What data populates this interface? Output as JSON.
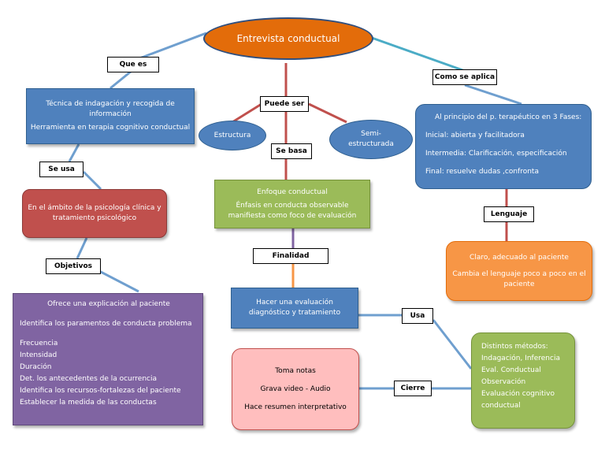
{
  "title": "Entrevista conductual",
  "labels": {
    "que_es": "Que es",
    "como_se_aplica": "Como se aplica",
    "puede_ser": "Puede ser",
    "se_basa": "Se basa",
    "se_usa": "Se usa",
    "objetivos": "Objetivos",
    "finalidad": "Finalidad",
    "lenguaje": "Lenguaje",
    "usa": "Usa",
    "cierre": "Cierre"
  },
  "tecnica": {
    "line1": "Técnica de indagación y recogida de",
    "line2": "información",
    "line3": "Herramienta en terapia cognitivo conductual"
  },
  "estructura": "Estructura",
  "semi": {
    "line1": "Semi-",
    "line2": "estructurada"
  },
  "enfoque": {
    "title": "Enfoque conductual",
    "line1": "Énfasis en conducta observable",
    "line2": "manifiesta como foco de evaluación"
  },
  "ambito": {
    "line1": "En el ámbito de la psicología clínica y",
    "line2": "tratamiento psicológico"
  },
  "fases": {
    "title": "Al principio del p. terapéutico en 3 Fases:",
    "inicial": "Inicial: abierta y facilitadora",
    "intermedia": "Intermedia: Clarificación, especificación",
    "final": "Final: resuelve dudas ,confronta"
  },
  "lenguaje_box": {
    "line1": "Claro, adecuado al paciente",
    "line2": "Cambia el lenguaje poco a poco en el",
    "line3": "paciente"
  },
  "objetivos_box": {
    "title": "Ofrece una explicación al paciente",
    "items": [
      "Identifica los paramentos de conducta problema",
      "Frecuencia",
      "Intensidad",
      "Duración",
      "Det. los antecedentes de la ocurrencia",
      "Identifica los recursos-fortalezas del paciente",
      "Establecer la medida de las conductas"
    ]
  },
  "hacer": {
    "line1": "Hacer una evaluación",
    "line2": "diagnóstico y tratamiento"
  },
  "metodos": {
    "items": [
      "Distintos métodos:",
      "Indagación, Inferencia",
      "Eval. Conductual",
      "Observación",
      "Evaluación cognitivo",
      "conductual"
    ]
  },
  "cierre_box": {
    "items": [
      "Toma notas",
      "Grava video - Audio",
      "Hace resumen interpretativo"
    ]
  },
  "colors": {
    "orange": "#e36c0a",
    "blue": "#4f81bd",
    "green": "#9bbb59",
    "red": "#c0504d",
    "purple": "#8064a2",
    "light_orange": "#f79646",
    "pink": "#ffbebe"
  }
}
